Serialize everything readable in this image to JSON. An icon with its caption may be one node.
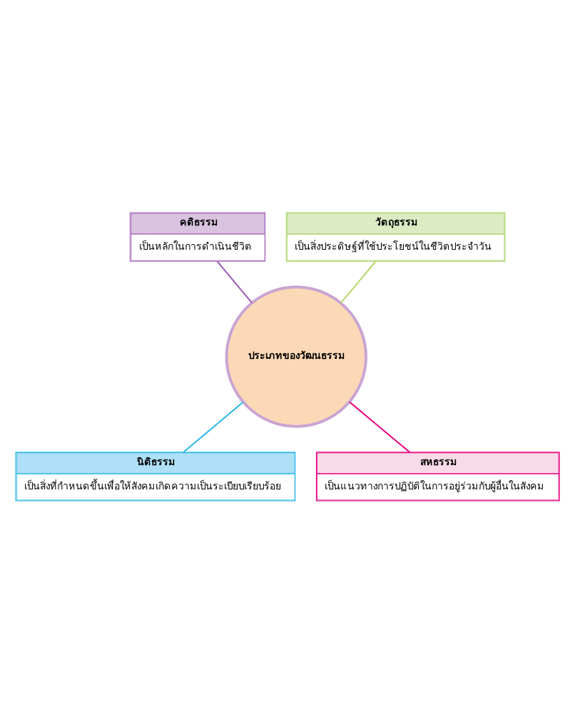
{
  "diagram": {
    "nodes": [
      {
        "text": [
          "ประเภทของวัฒนธรรม"
        ]
      },
      {
        "text": [
          "คติธรรม",
          "เป็นหลักในการดำเนินชีวิต"
        ]
      },
      {
        "text": [
          "วัตถุธรรม",
          "เป็นสิ่งประดิษฐ์ที่ใช้ประโยชน์ในชีวิตประจำวัน"
        ]
      },
      {
        "text": [
          "นิติธรรม",
          "เป็นสิ่งที่กำหนดขึ้นเพื่อให้สังคมเกิดความเป็นระเบียบเรียบร้อย"
        ]
      },
      {
        "text": [
          "สหธรรม",
          "เป็นแนวทางการปฏิบัติในการอยู่ร่วมกับผู้อื่นในสังคม"
        ]
      }
    ],
    "edges": [
      {
        "from": 1,
        "to": 0,
        "arrow": "none",
        "color": "#9b59b6"
      },
      {
        "from": 2,
        "to": 0,
        "arrow": "none",
        "color": "#b5d96b"
      },
      {
        "from": 0,
        "to": 3,
        "arrow": "none",
        "color": "#29b6e8"
      },
      {
        "from": 0,
        "to": 4,
        "arrow": "none",
        "color": "#e5007e"
      }
    ]
  }
}
